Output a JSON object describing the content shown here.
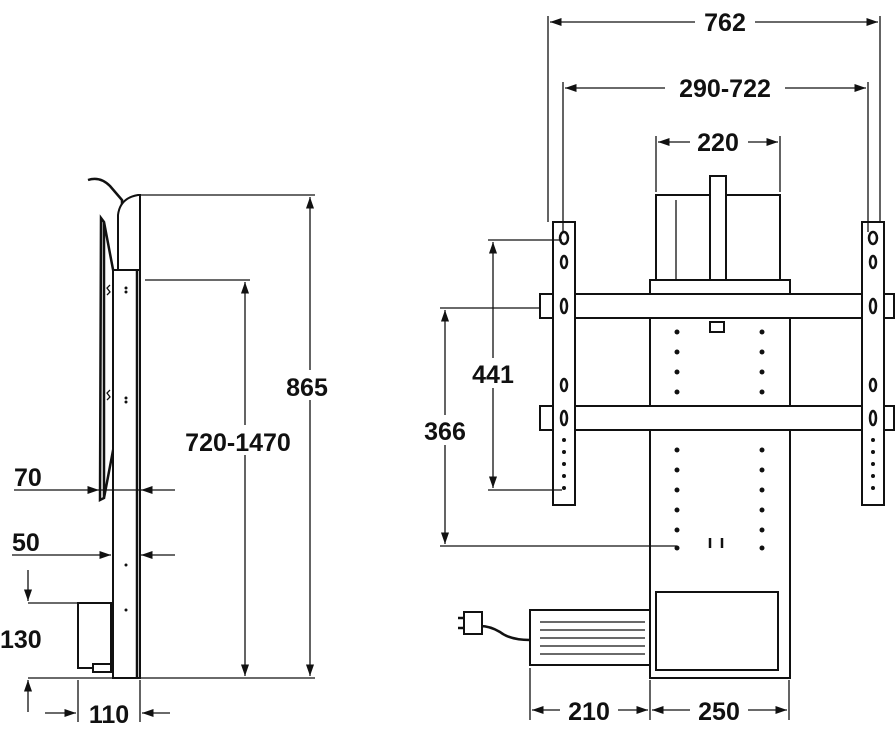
{
  "side_view": {
    "dimensions": {
      "total_height": "865",
      "lift_range": "720-1470",
      "depth_with_tv": "70",
      "depth_column": "50",
      "control_box_height": "130",
      "base_depth": "110"
    }
  },
  "front_view": {
    "dimensions": {
      "bracket_width": "762",
      "vesa_horizontal": "290-722",
      "column_top_width": "220",
      "vesa_vertical_max": "441",
      "vesa_vertical_min": "366",
      "motor_width": "210",
      "column_width": "250"
    }
  },
  "colors": {
    "line": "#111111",
    "background": "#ffffff"
  }
}
